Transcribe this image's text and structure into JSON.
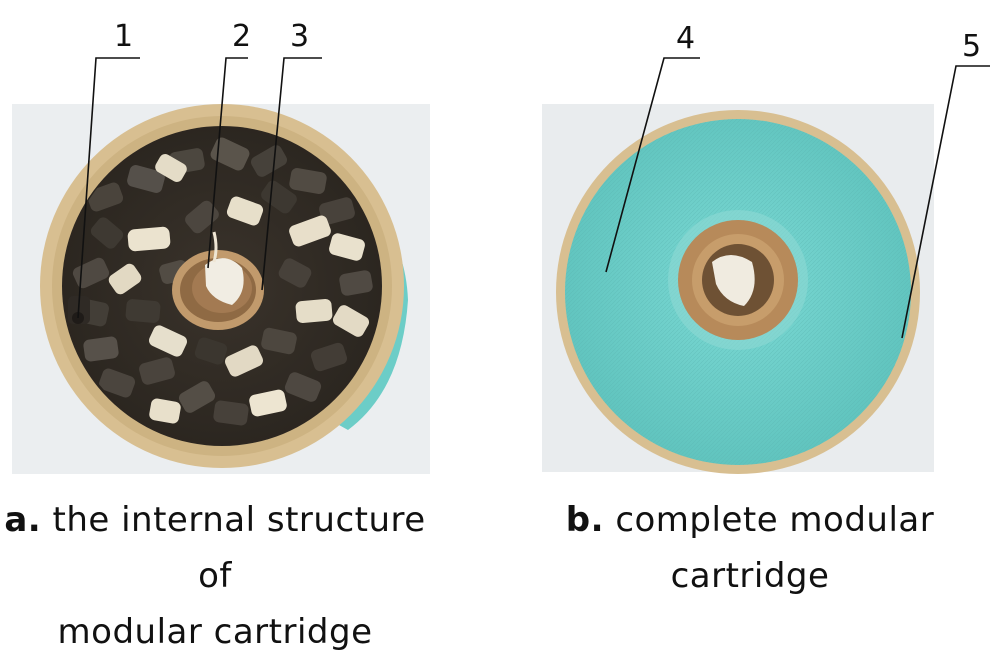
{
  "panel_a": {
    "callouts": [
      "1",
      "2",
      "3"
    ],
    "caption_label": "a.",
    "caption_text_line1": "the internal structure of",
    "caption_text_line2": "modular cartridge"
  },
  "panel_b": {
    "callouts": [
      "4",
      "5"
    ],
    "caption_label": "b.",
    "caption_text_line1": "complete modular",
    "caption_text_line2": "cartridge"
  },
  "colors": {
    "background": "#ffffff",
    "photo_backdrop": "#eceff1",
    "cartridge_rim": "#d8bf91",
    "pellet_dark": "#3f3a33",
    "pellet_light": "#e6dfcc",
    "teal_filter": "#6fd0cb",
    "core_tube": "#b88b5c",
    "leader_line": "#111111"
  }
}
